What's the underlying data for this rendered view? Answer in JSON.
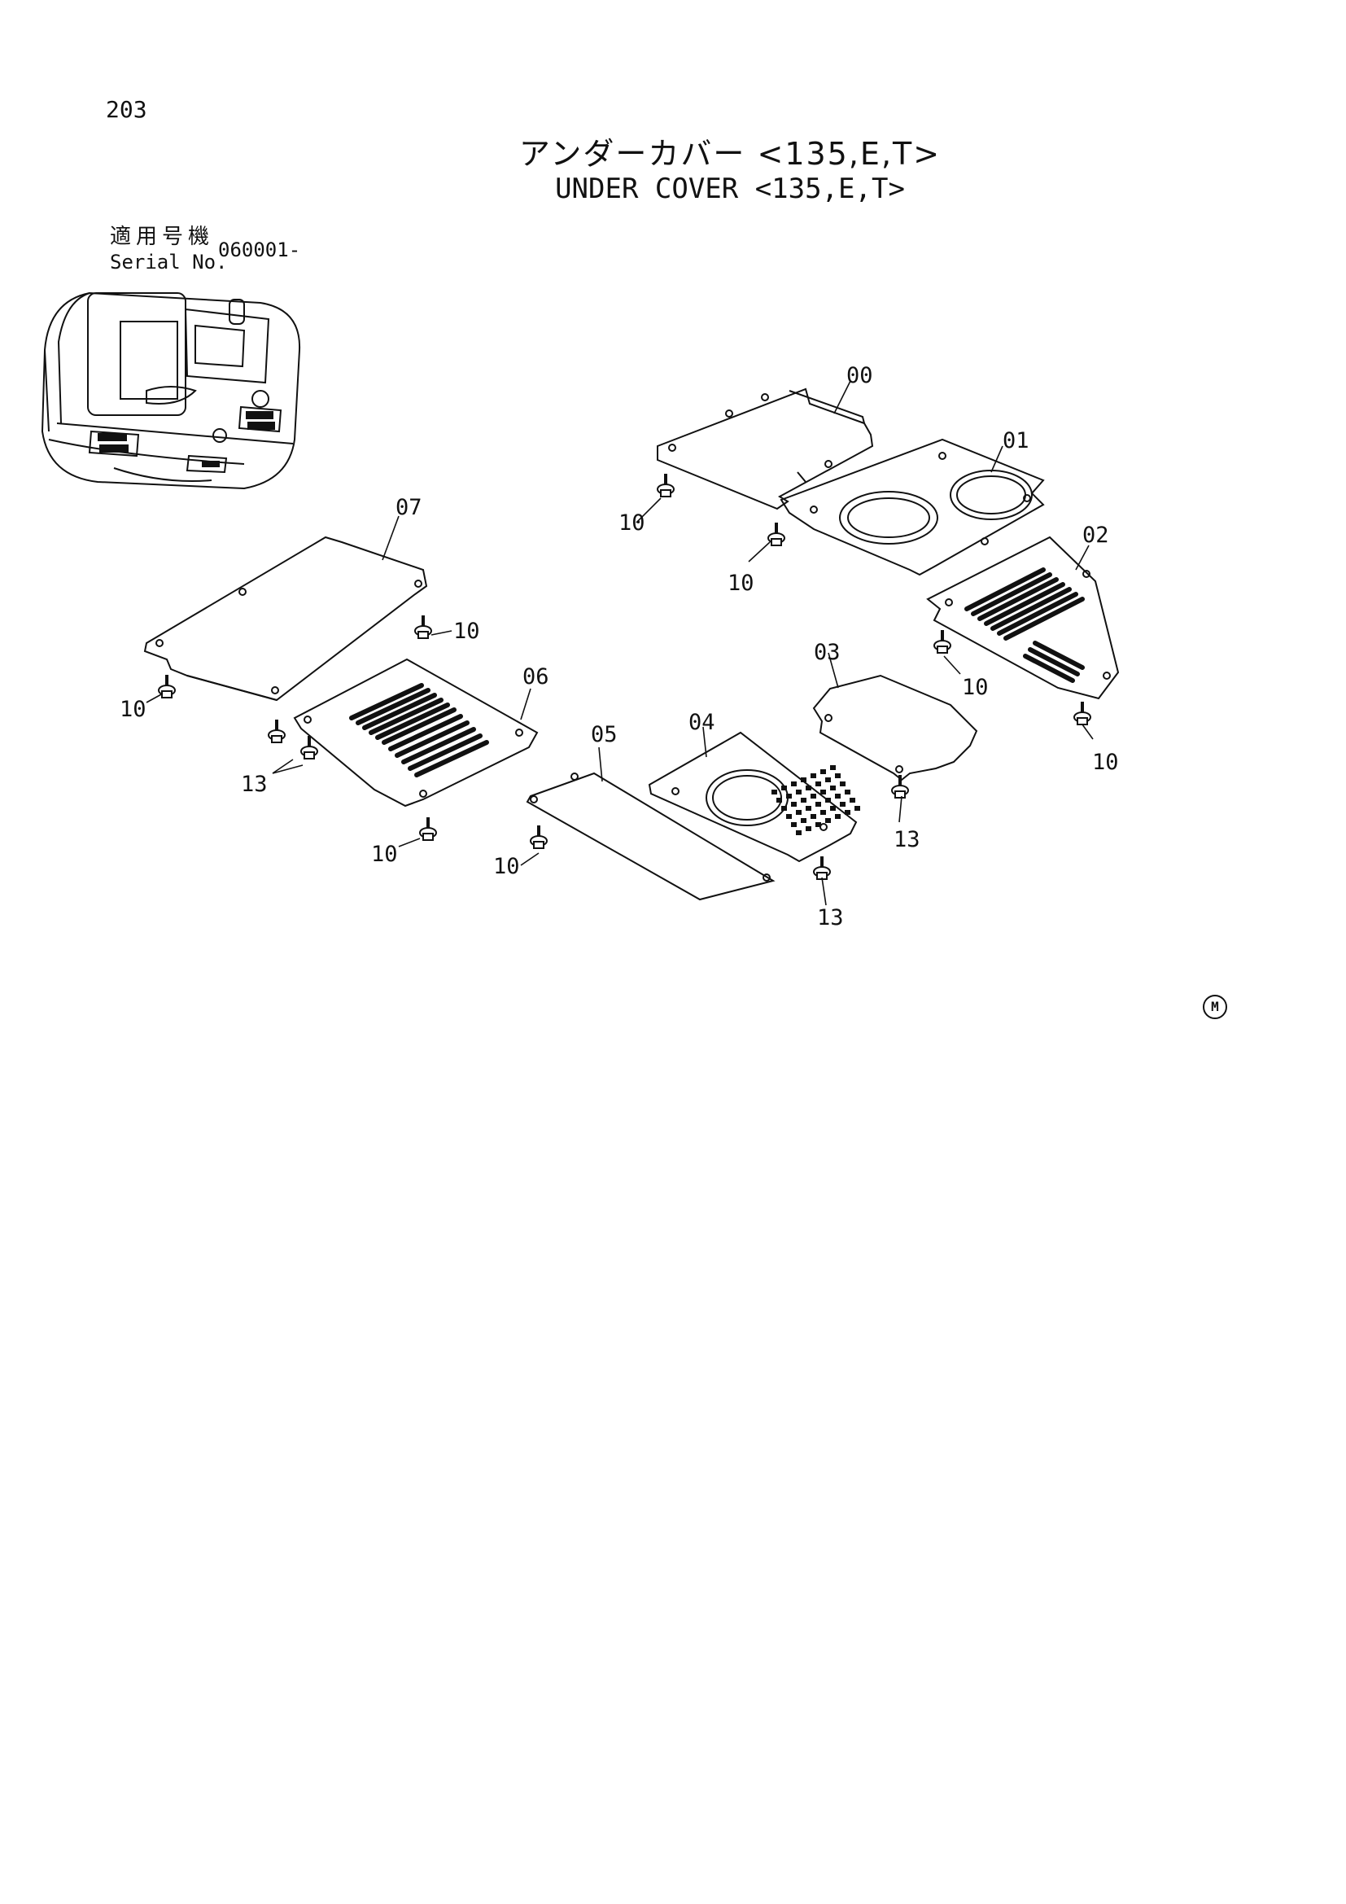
{
  "header": {
    "page_number": "203",
    "title_jp": "アンダーカバー <135,E,T>",
    "title_en": "UNDER COVER <135,E,T>"
  },
  "serial": {
    "label_jp": "適用号機",
    "label_en": "Serial No.",
    "value": "060001-"
  },
  "callouts": {
    "c00": "00",
    "c01": "01",
    "c02": "02",
    "c03": "03",
    "c04": "04",
    "c05": "05",
    "c06": "06",
    "c07": "07",
    "c10": "10",
    "c13": "13"
  },
  "mark": "M"
}
